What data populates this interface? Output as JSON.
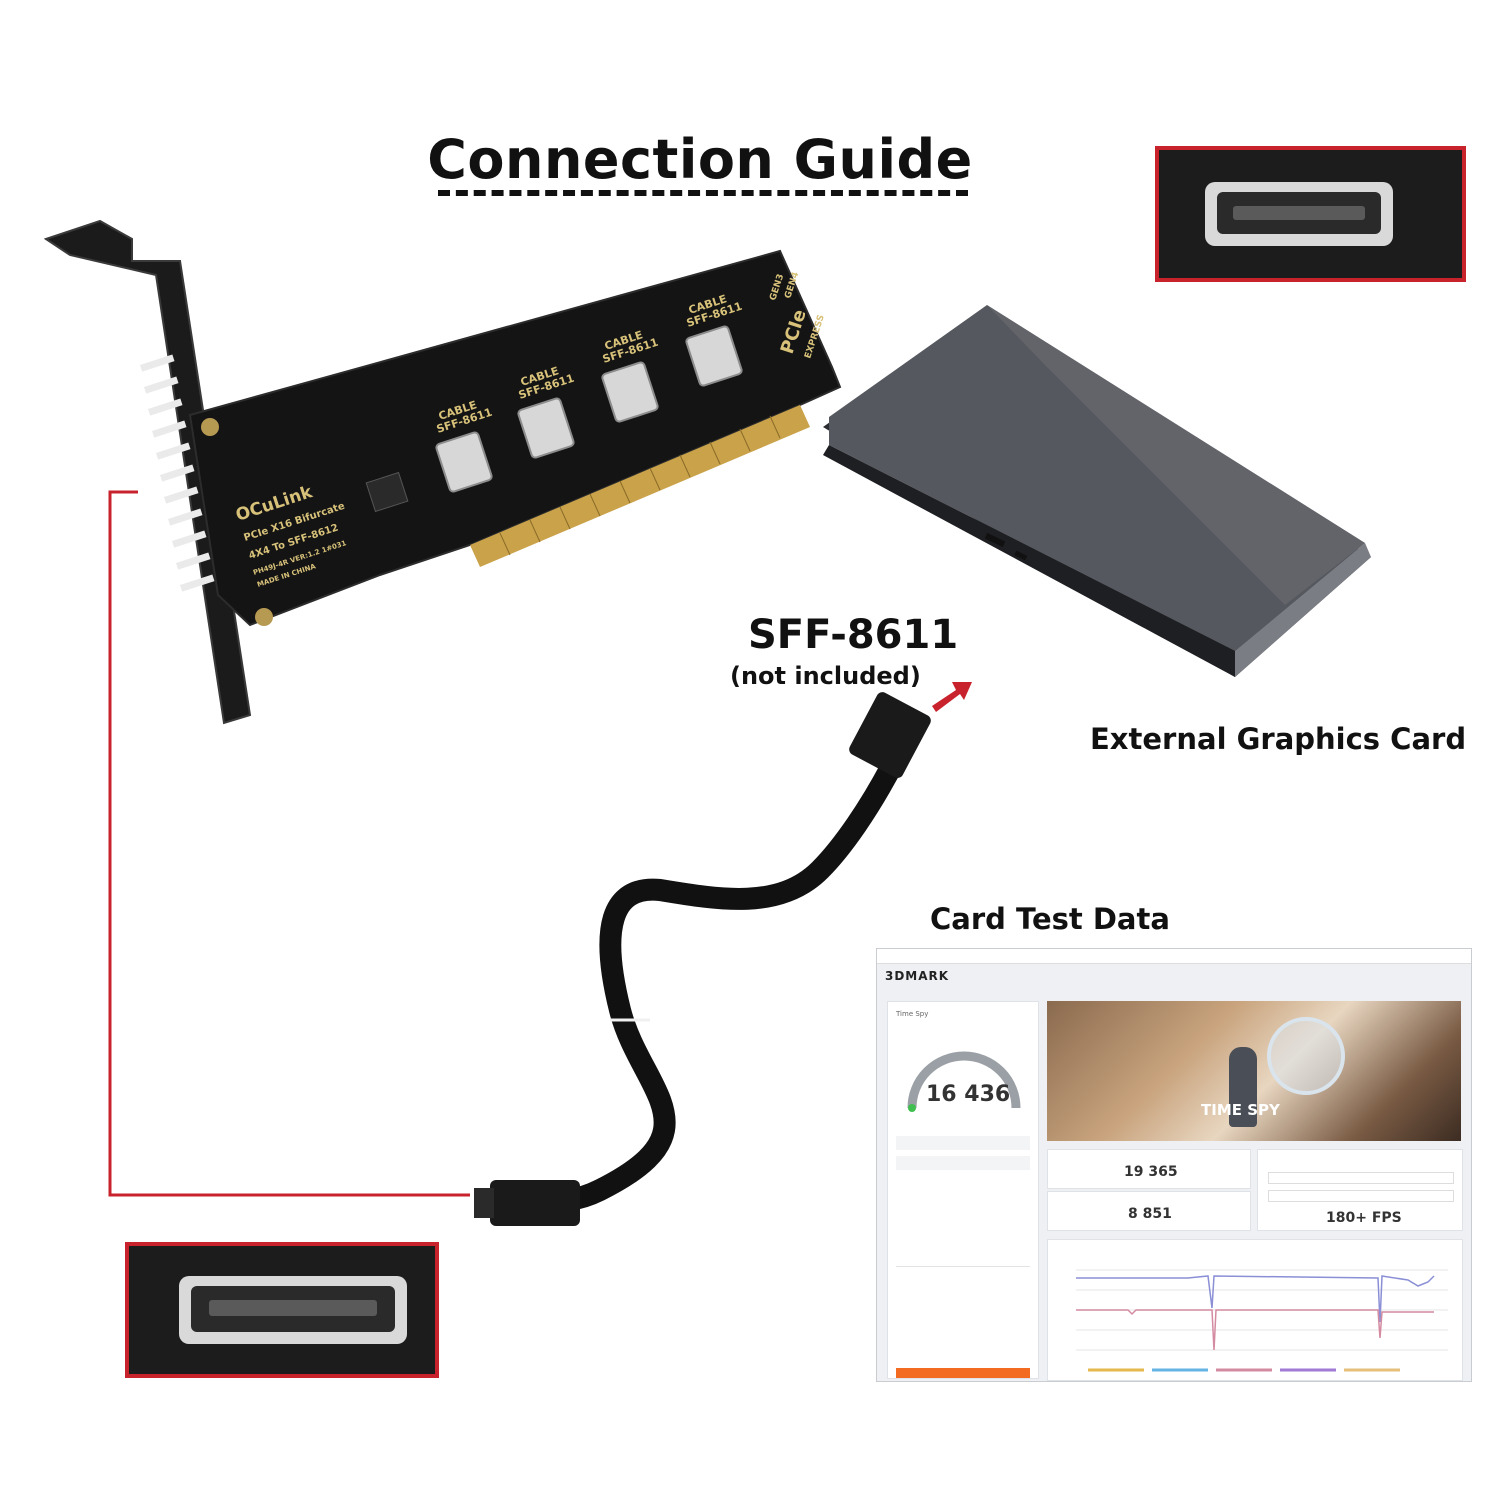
{
  "title": "Connection Guide",
  "labels": {
    "sff_connector": "SFF-8611",
    "sff_note": "(not included)",
    "egpu": "External Graphics Card",
    "test_data": "Card Test Data"
  },
  "card": {
    "brand": "OCuLink",
    "line1": "PCIe X16 Bifurcate",
    "line2": "4X4 To SFF-8612",
    "line3": "PH49J-4R  VER:1.2  1#031",
    "line4": "MADE IN CHINA",
    "port_label": "CABLE",
    "port_model": "SFF-8611",
    "port_count": 4,
    "pcie_logo": "PCIe",
    "pcie_sub": "EXPRESS",
    "gen_a": "GEN3",
    "gen_b": "GEN4"
  },
  "benchmark": {
    "logo": "3DMARK",
    "test_name": "Time Spy",
    "score": "16 436",
    "banner": "TIME SPY",
    "gpu_score": "19 365",
    "cpu_score": "8 851",
    "fps": "180+ FPS"
  },
  "colors": {
    "accent_red": "#c8232c",
    "pcb": "#141414",
    "gold": "#c9a24a",
    "egpu_case": "#4a4d52",
    "gauge_gray": "#9aa0a6",
    "gauge_green": "#3fbf4f",
    "mark_orange": "#f26b21"
  }
}
